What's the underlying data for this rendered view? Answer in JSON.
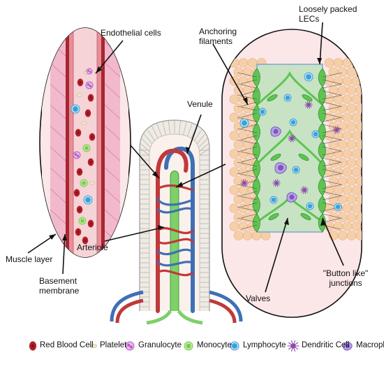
{
  "labels": {
    "endothelial_cells": "Endothelial cells",
    "anchoring_filaments": [
      "Anchoring",
      "filaments"
    ],
    "loosely_packed_lecs": [
      "Loosely packed",
      "LECs"
    ],
    "venule": "Venule",
    "muscle_layer": "Muscle layer",
    "arteriole": "Arteriole",
    "basement_membrane": [
      "Basement",
      "membrane"
    ],
    "button_like_junctions": [
      "\"Button like\"",
      "junctions"
    ],
    "valves": "Valves"
  },
  "legend": [
    {
      "label": "Red Blood Cell",
      "icon": "red-blood-cell-icon",
      "color": "#b3202a"
    },
    {
      "label": "Platelet",
      "icon": "platelet-icon",
      "color": "#efe6c8"
    },
    {
      "label": "Granulocyte",
      "icon": "granulocyte-icon",
      "color": "#b45cc0"
    },
    {
      "label": "Monocyte",
      "icon": "monocyte-icon",
      "color": "#7ccb4a"
    },
    {
      "label": "Lymphocyte",
      "icon": "lymphocyte-icon",
      "color": "#3aa0d8"
    },
    {
      "label": "Dendritic Cell",
      "icon": "dendritic-cell-icon",
      "color": "#8b4aa8"
    },
    {
      "label": "Macrophage",
      "icon": "macrophage-icon",
      "color": "#7b56c0"
    }
  ],
  "colors": {
    "vessel_red": "#b3202a",
    "muscle_pink": "#f2b9cc",
    "lymph_green": "#c7e3c4",
    "lec_green": "#5fc452",
    "venule_blue": "#3f6fb5",
    "arteriole_red": "#c0393b",
    "tissue_peach": "#f6cfa8"
  }
}
